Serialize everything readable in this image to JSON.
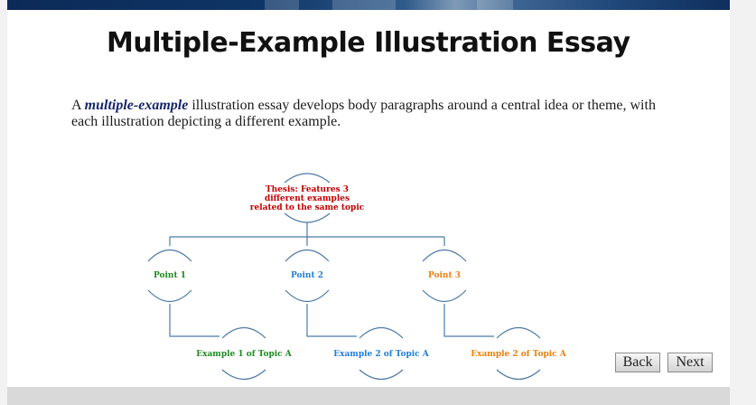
{
  "slide": {
    "title": "Multiple-Example Illustration Essay",
    "intro": {
      "prefix": "A ",
      "term": "multiple-example",
      "suffix": " illustration essay develops body paragraphs around a central idea or theme, with each illustration depicting a different example."
    }
  },
  "diagram": {
    "thesis": {
      "line1": "Thesis: Features 3",
      "line2": "different examples",
      "line3": "related to the same topic",
      "color": "#c00000"
    },
    "points": [
      {
        "label": "Point 1",
        "color": "#1f8a1f"
      },
      {
        "label": "Point 2",
        "color": "#1e7fd8"
      },
      {
        "label": "Point 3",
        "color": "#e8820e"
      }
    ],
    "examples": [
      {
        "label": "Example 1 of Topic A",
        "color": "#1f8a1f"
      },
      {
        "label": "Example 2 of Topic A",
        "color": "#1e7fd8"
      },
      {
        "label": "Example 2 of Topic A",
        "color": "#e8820e"
      }
    ],
    "line_color": "#4d7aa8"
  },
  "navigation": {
    "back_label": "Back",
    "next_label": "Next"
  }
}
